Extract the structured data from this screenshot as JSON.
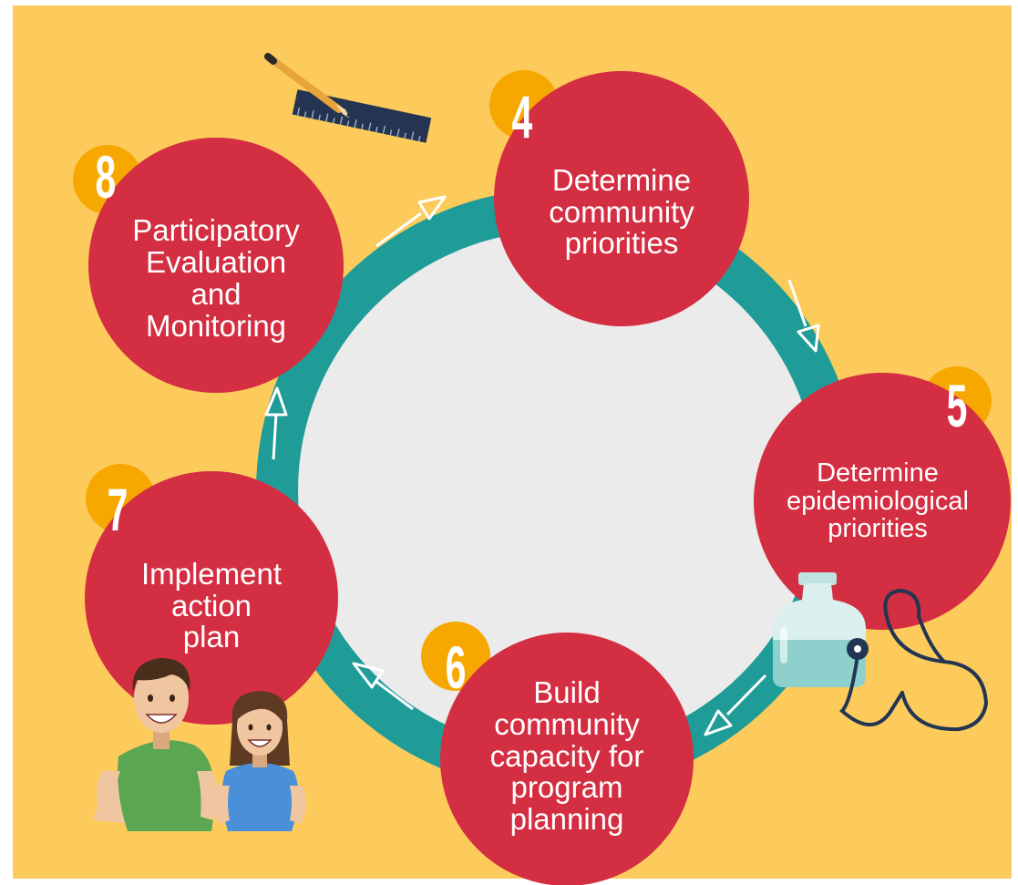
{
  "colors": {
    "background": "#FCCB5C",
    "ring": "#1F9C98",
    "center": "#EBEBEB",
    "step_circle": "#D42E42",
    "number_badge": "#F6A800",
    "arrow": "#FFFFFF"
  },
  "steps": [
    {
      "number": "4",
      "label": "Determine\ncommunity\npriorities"
    },
    {
      "number": "5",
      "label": "Determine\nepidemiological\npriorities"
    },
    {
      "number": "6",
      "label": "Build\ncommunity\ncapacity for\nprogram\nplanning"
    },
    {
      "number": "7",
      "label": "Implement\naction\nplan"
    },
    {
      "number": "8",
      "label": "Participatory\nEvaluation\nand\nMonitoring"
    }
  ],
  "illustrations": [
    "pencil-ruler",
    "medicine-bottle",
    "stethoscope",
    "man",
    "woman"
  ]
}
